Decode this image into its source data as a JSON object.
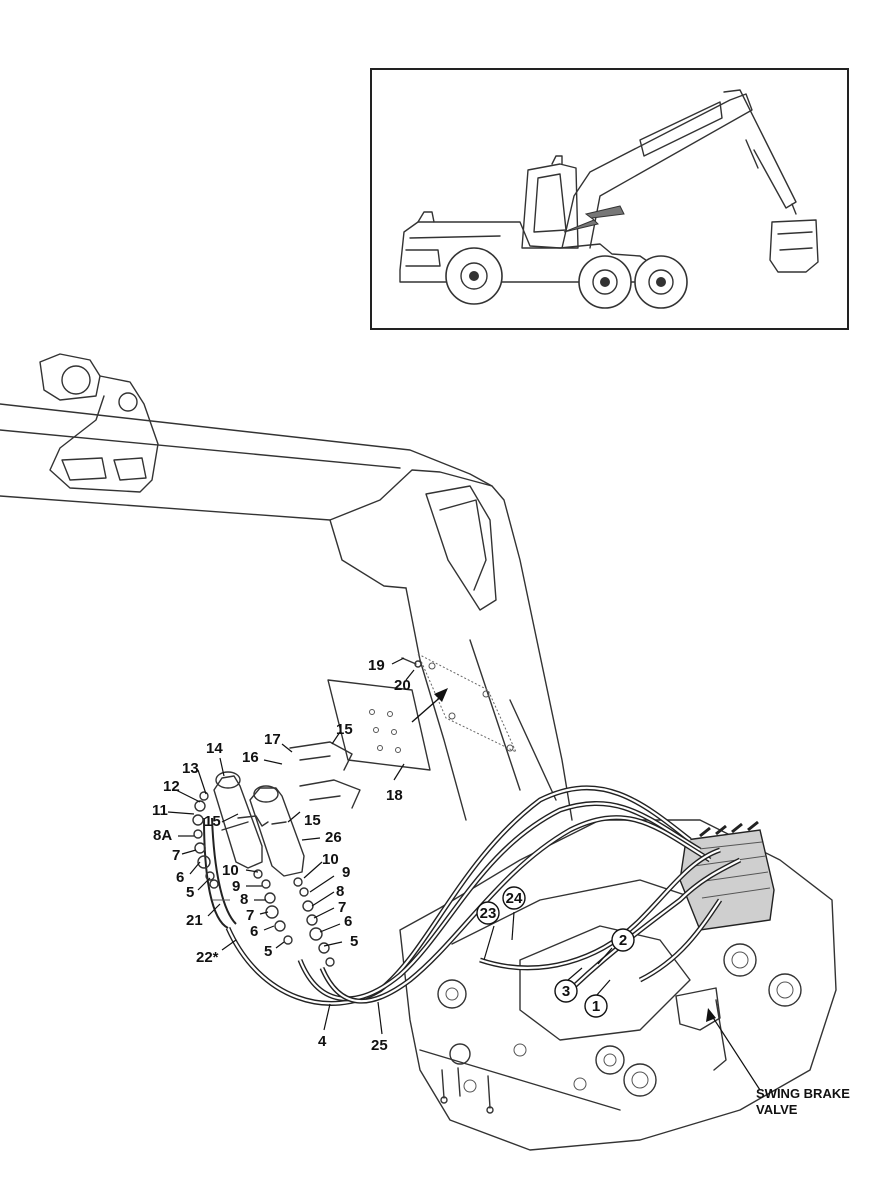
{
  "callouts": [
    {
      "id": "c14",
      "text": "14"
    },
    {
      "id": "c13",
      "text": "13"
    },
    {
      "id": "c12",
      "text": "12"
    },
    {
      "id": "c11",
      "text": "11"
    },
    {
      "id": "c8a",
      "text": "8A"
    },
    {
      "id": "c15a",
      "text": "15"
    },
    {
      "id": "c7a",
      "text": "7"
    },
    {
      "id": "c6a",
      "text": "6"
    },
    {
      "id": "c5a",
      "text": "5"
    },
    {
      "id": "c21",
      "text": "21"
    },
    {
      "id": "c22",
      "text": "22*"
    },
    {
      "id": "c10a",
      "text": "10"
    },
    {
      "id": "c9a",
      "text": "9"
    },
    {
      "id": "c8a2",
      "text": "8"
    },
    {
      "id": "c7b",
      "text": "7"
    },
    {
      "id": "c6b",
      "text": "6"
    },
    {
      "id": "c5b",
      "text": "5"
    },
    {
      "id": "c16",
      "text": "16"
    },
    {
      "id": "c17",
      "text": "17"
    },
    {
      "id": "c15b",
      "text": "15"
    },
    {
      "id": "c15c",
      "text": "15"
    },
    {
      "id": "c26",
      "text": "26"
    },
    {
      "id": "c10b",
      "text": "10"
    },
    {
      "id": "c9b",
      "text": "9"
    },
    {
      "id": "c8b",
      "text": "8"
    },
    {
      "id": "c7c",
      "text": "7"
    },
    {
      "id": "c6c",
      "text": "6"
    },
    {
      "id": "c5c",
      "text": "5"
    },
    {
      "id": "c18",
      "text": "18"
    },
    {
      "id": "c19",
      "text": "19"
    },
    {
      "id": "c20",
      "text": "20"
    },
    {
      "id": "c4",
      "text": "4"
    },
    {
      "id": "c25",
      "text": "25"
    },
    {
      "id": "c24",
      "text": "24"
    },
    {
      "id": "c23",
      "text": "23"
    },
    {
      "id": "c2",
      "text": "2"
    },
    {
      "id": "c3",
      "text": "3"
    },
    {
      "id": "c1",
      "text": "1"
    }
  ],
  "labels": {
    "swing_brake_line1": "SWING BRAKE",
    "swing_brake_line2": "VALVE"
  }
}
